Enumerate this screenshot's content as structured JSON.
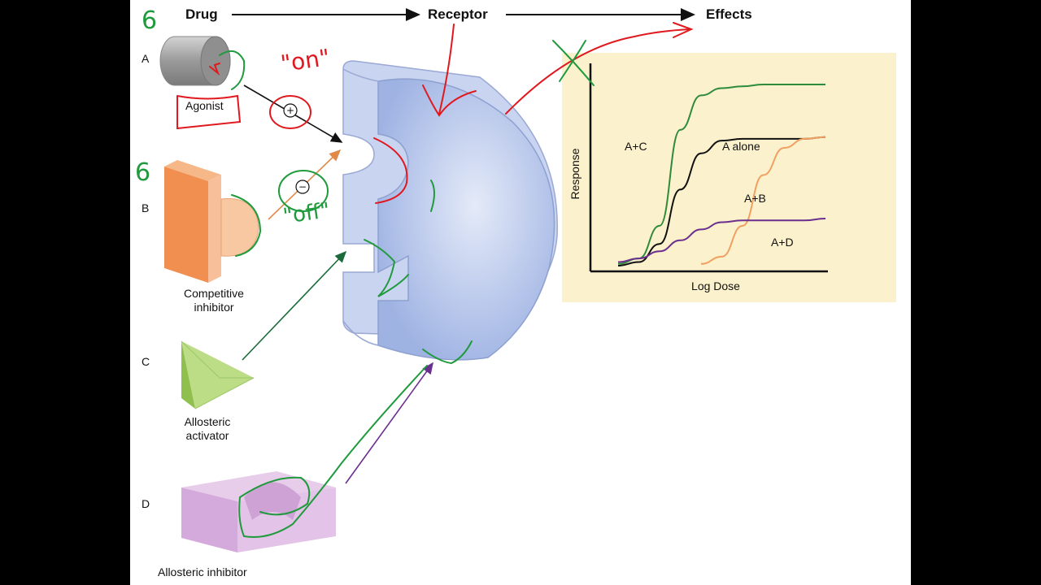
{
  "header": {
    "drug": "Drug",
    "receptor": "Receptor",
    "effects": "Effects"
  },
  "rows": [
    {
      "letter": "A",
      "caption": "Agonist"
    },
    {
      "letter": "B",
      "caption_line1": "Competitive",
      "caption_line2": "inhibitor"
    },
    {
      "letter": "C",
      "caption_line1": "Allosteric",
      "caption_line2": "activator"
    },
    {
      "letter": "D",
      "caption": "Allosteric inhibitor"
    }
  ],
  "annotations": {
    "on": "\"on\"",
    "off": "\"off\"",
    "count_a": "6",
    "count_b": "6",
    "plus_sign": "+",
    "minus_sign": "−"
  },
  "colors": {
    "agonist": "#a9a9a9",
    "competitive_inhibitor": "#f0a36a",
    "allosteric_activator": "#a9cf6e",
    "allosteric_inhibitor": "#dcb6e2",
    "receptor": "#c3cfee",
    "chart_panel": "#fbf1cc",
    "handwriting_red": "#e0191f",
    "handwriting_green": "#1f9a3c"
  },
  "chart_data": {
    "type": "line",
    "xlabel": "Log Dose",
    "ylabel": "Response",
    "x": [
      0,
      1,
      2,
      3,
      4,
      5,
      6,
      7,
      8,
      9,
      10
    ],
    "ylim": [
      0,
      1
    ],
    "xlim": [
      0,
      10
    ],
    "series": [
      {
        "name": "A+C",
        "color": "#2e8b3c",
        "values": [
          0.01,
          0.04,
          0.22,
          0.75,
          0.94,
          0.98,
          0.99,
          1.0,
          1.0,
          1.0,
          1.0
        ]
      },
      {
        "name": "A alone",
        "color": "#111111",
        "values": [
          0.0,
          0.02,
          0.12,
          0.42,
          0.62,
          0.69,
          0.7,
          0.7,
          0.7,
          0.7,
          0.71
        ]
      },
      {
        "name": "A+B",
        "color": "#f0a061",
        "values": [
          null,
          null,
          null,
          null,
          0.01,
          0.05,
          0.22,
          0.5,
          0.65,
          0.7,
          0.71
        ]
      },
      {
        "name": "A+D",
        "color": "#6b2f8f",
        "values": [
          0.02,
          0.04,
          0.08,
          0.14,
          0.2,
          0.24,
          0.25,
          0.25,
          0.25,
          0.25,
          0.26
        ]
      }
    ]
  }
}
